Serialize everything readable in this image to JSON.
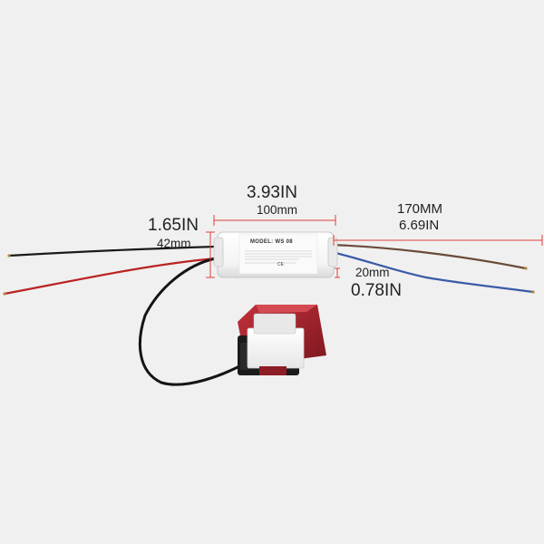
{
  "product": {
    "model_label": "MODEL: WS 08",
    "ce_mark": "CE"
  },
  "dimensions": {
    "length_in": "3.93IN",
    "length_mm": "100mm",
    "height_in": "1.65IN",
    "height_mm": "42mm",
    "cable_mm": "170MM",
    "cable_in": "6.69IN",
    "end_mm": "20mm",
    "end_in": "0.78IN"
  },
  "colors": {
    "background": "#f0f0f0",
    "measure_line": "#e0413c",
    "case": "#ffffff",
    "wire_brown": "#6b4a3a",
    "wire_blue": "#3b5aa8",
    "wire_red": "#b92424",
    "wire_black": "#1a1a1a",
    "sensor_pad": "#a8222a"
  }
}
